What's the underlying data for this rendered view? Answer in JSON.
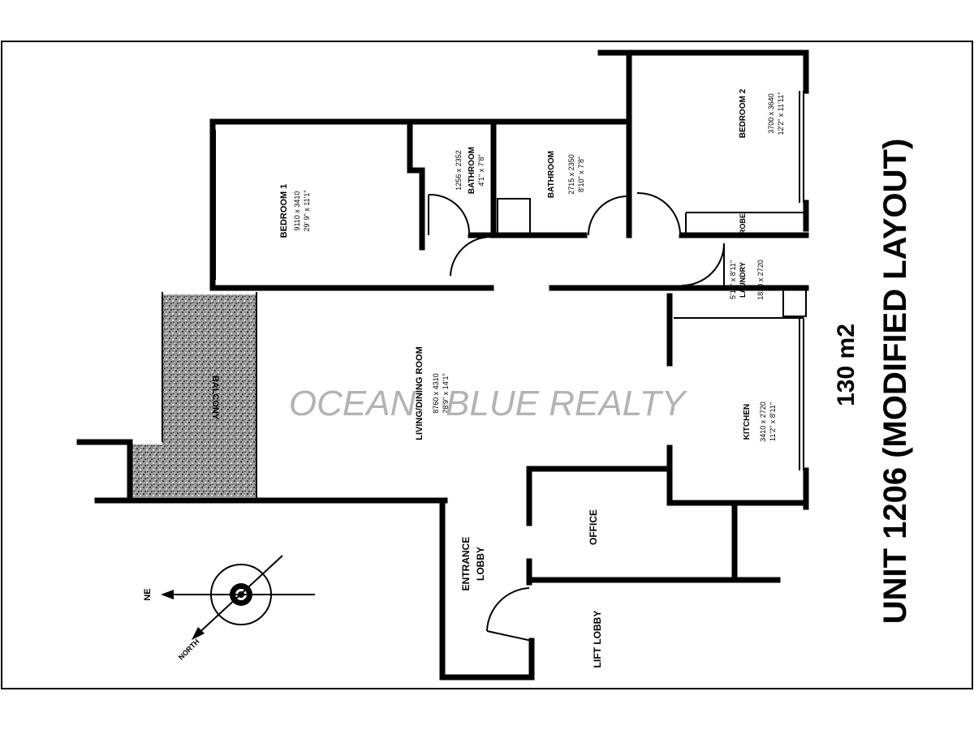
{
  "title": "UNIT 1206 (MODIFIED LAYOUT)",
  "area": "130 m2",
  "watermark": "OCEAN   BLUE REALTY",
  "rooms": {
    "bedroom1": {
      "name": "BEDROOM 1",
      "dim_mm": "9110 x 3410",
      "dim_ft": "29' 9\" x 11'1\""
    },
    "ensuite": {
      "name": "BATHROOM",
      "dim_mm": "1256 x 2352",
      "dim_ft": "4'1\" x 7'8\""
    },
    "bathroom": {
      "name": "BATHROOM",
      "dim_mm": "2715 x 2350",
      "dim_ft": "8'10\" x 7'8\""
    },
    "bedroom2": {
      "name": "BEDROOM 2",
      "dim_mm": "3700 x 3640",
      "dim_ft": "12'2\" x 11'11\""
    },
    "robe": {
      "name": "ROBE"
    },
    "laundry": {
      "name": "LAUNDRY",
      "dim_mm": "1810 x 2720",
      "dim_ft": "5'11\" x 8'11\""
    },
    "living": {
      "name": "LIVING/DINING ROOM",
      "dim_mm": "8760 x 4310",
      "dim_ft": "28'9\" x 14'1\""
    },
    "balcony": {
      "name": "BALCONY"
    },
    "kitchen": {
      "name": "KITCHEN",
      "dim_mm": "3410 x 2720",
      "dim_ft": "11'2\" x 8'11\""
    },
    "office": {
      "name": "OFFICE"
    },
    "entrance": {
      "name": "ENTRANCE",
      "sub": "LOBBY"
    },
    "lift_lobby": {
      "name": "LIFT LOBBY"
    }
  },
  "compass": {
    "ne": "NE",
    "north": "NORTH"
  }
}
